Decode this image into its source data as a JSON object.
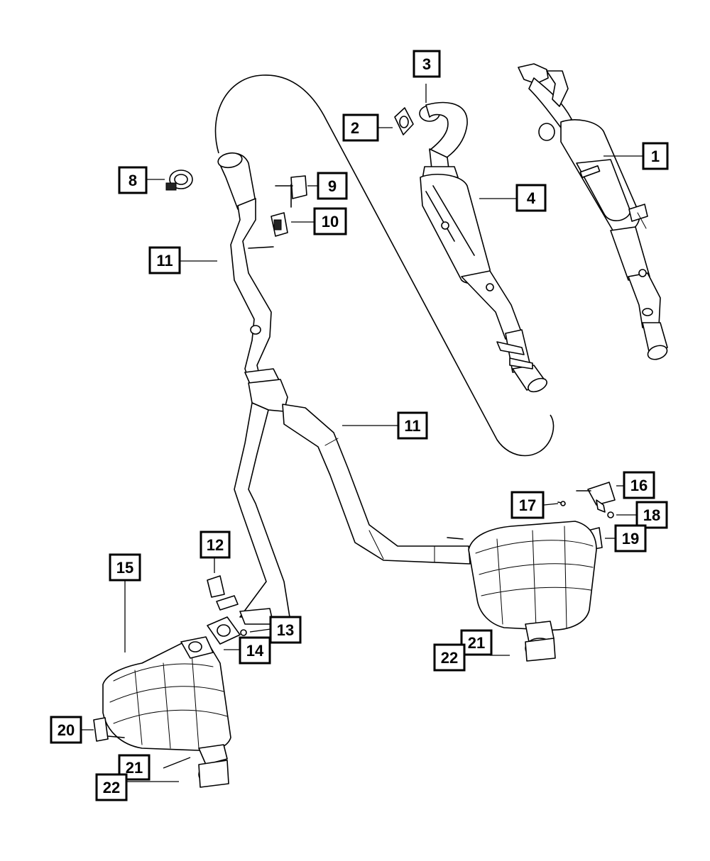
{
  "callouts": [
    {
      "id": "c1",
      "label": "1"
    },
    {
      "id": "c2",
      "label": "2"
    },
    {
      "id": "c3",
      "label": "3"
    },
    {
      "id": "c4",
      "label": "4"
    },
    {
      "id": "c8",
      "label": "8"
    },
    {
      "id": "c9",
      "label": "9"
    },
    {
      "id": "c10",
      "label": "10"
    },
    {
      "id": "c11a",
      "label": "11"
    },
    {
      "id": "c11b",
      "label": "11"
    },
    {
      "id": "c12",
      "label": "12"
    },
    {
      "id": "c13",
      "label": "13"
    },
    {
      "id": "c14",
      "label": "14"
    },
    {
      "id": "c15",
      "label": "15"
    },
    {
      "id": "c16",
      "label": "16"
    },
    {
      "id": "c17",
      "label": "17"
    },
    {
      "id": "c18",
      "label": "18"
    },
    {
      "id": "c19",
      "label": "19"
    },
    {
      "id": "c20",
      "label": "20"
    },
    {
      "id": "c21a",
      "label": "21"
    },
    {
      "id": "c21b",
      "label": "21"
    },
    {
      "id": "c22a",
      "label": "22"
    },
    {
      "id": "c22b",
      "label": "22"
    }
  ],
  "colors": {
    "line": "#000000",
    "background": "#ffffff",
    "shade": "#cfcfcf"
  }
}
